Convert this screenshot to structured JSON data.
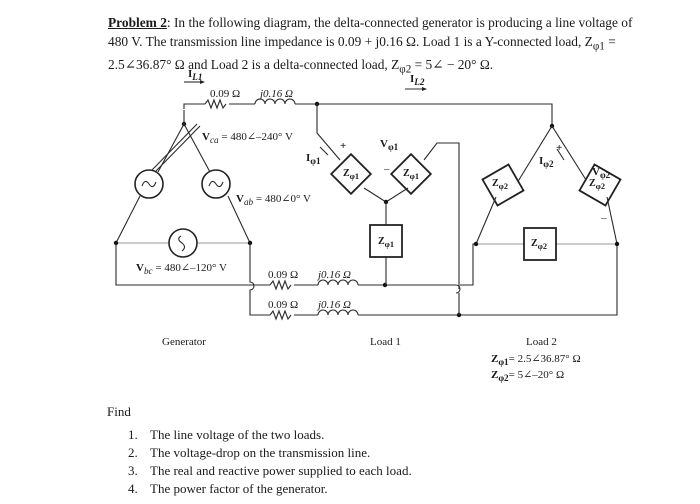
{
  "problem": {
    "heading": "Problem 2",
    "line1": ": In the following diagram, the delta-connected generator is producing a line voltage of",
    "line2": "480 V. The transmission line impedance is 0.09 + j0.16 Ω. Load 1 is a Y-connected load, Z",
    "line2_sub": "φ1",
    "line2_end": " =",
    "line3_a": "2.5∠36.87° Ω and Load 2 is a delta-connected load, Z",
    "line3_sub": "φ2",
    "line3_b": " = 5∠ − 20° Ω."
  },
  "diagram": {
    "line_current_1": "I",
    "line_current_1_sub": "L1",
    "line_current_2": "I",
    "line_current_2_sub": "L2",
    "line_resistance": "0.09 Ω",
    "line_reactance": "j0.16 Ω",
    "v_ca": "V",
    "v_ca_sub": "ca",
    "v_ca_value": " = 480∠–240° V",
    "v_ab": "V",
    "v_ab_sub": "ab",
    "v_ab_value": " = 480∠0° V",
    "v_bc": "V",
    "v_bc_sub": "bc",
    "v_bc_value": " = 480∠–120° V",
    "i_phi1": "I",
    "i_phi1_sub": "φ1",
    "v_phi1": "V",
    "v_phi1_sub": "φ1",
    "z_phi1": "Z",
    "z_phi1_sub": "φ1",
    "i_phi2": "I",
    "i_phi2_sub": "φ2",
    "v_phi2": "V",
    "v_phi2_sub": "φ2",
    "z_phi2": "Z",
    "z_phi2_sub": "φ2",
    "plus": "+",
    "minus": "–",
    "generator_label": "Generator",
    "load1_label": "Load 1",
    "load2_label": "Load 2",
    "load2_z1": "= 2.5∠36.87° Ω",
    "load2_z2": "= 5∠–20° Ω"
  },
  "find": {
    "heading": "Find",
    "items": [
      {
        "num": "1.",
        "text": "The line voltage of the two loads."
      },
      {
        "num": "2.",
        "text": "The voltage-drop on the transmission line."
      },
      {
        "num": "3.",
        "text": "The real and reactive power supplied to each load."
      },
      {
        "num": "4.",
        "text": "The power factor of the generator."
      }
    ]
  }
}
